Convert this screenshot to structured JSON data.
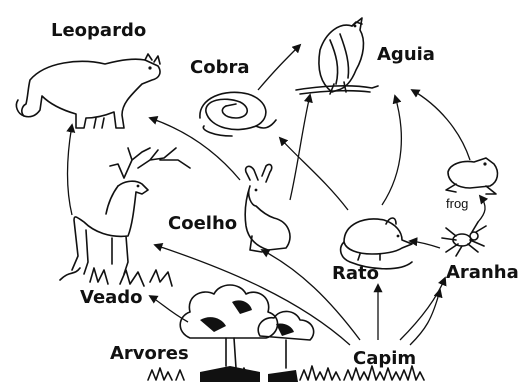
{
  "diagram": {
    "organisms": {
      "leopardo": "Leopardo",
      "cobra": "Cobra",
      "aguia": "Aguia",
      "veado": "Veado",
      "coelho": "Coelho",
      "rato": "Rato",
      "aranha": "Aranha",
      "frog": "frog",
      "arvores": "Arvores",
      "capim": "Capim"
    },
    "links": [
      {
        "from": "Arvores",
        "to": "Veado"
      },
      {
        "from": "Capim",
        "to": "Veado"
      },
      {
        "from": "Capim",
        "to": "Coelho"
      },
      {
        "from": "Capim",
        "to": "Rato"
      },
      {
        "from": "Capim",
        "to": "Aranha"
      },
      {
        "from": "Veado",
        "to": "Leopardo"
      },
      {
        "from": "Coelho",
        "to": "Leopardo"
      },
      {
        "from": "Coelho",
        "to": "Aguia"
      },
      {
        "from": "Rato",
        "to": "Cobra"
      },
      {
        "from": "Rato",
        "to": "Aguia"
      },
      {
        "from": "Aranha",
        "to": "frog"
      },
      {
        "from": "Aranha",
        "to": "Rato"
      },
      {
        "from": "frog",
        "to": "Aguia"
      },
      {
        "from": "Cobra",
        "to": "Aguia"
      }
    ]
  }
}
